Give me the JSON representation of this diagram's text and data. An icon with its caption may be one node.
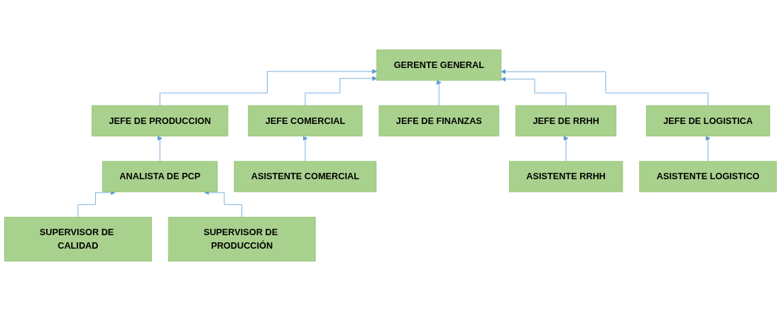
{
  "diagram": {
    "nodes": [
      {
        "text": [
          "GERENTE GENERAL"
        ]
      },
      {
        "text": [
          "JEFE DE PRODUCCION"
        ]
      },
      {
        "text": [
          "JEFE COMERCIAL"
        ]
      },
      {
        "text": [
          "JEFE DE FINANZAS"
        ]
      },
      {
        "text": [
          "JEFE DE RRHH"
        ]
      },
      {
        "text": [
          "JEFE DE LOGISTICA"
        ]
      },
      {
        "text": [
          "ANALISTA DE PCP"
        ]
      },
      {
        "text": [
          "ASISTENTE COMERCIAL"
        ]
      },
      {
        "text": [
          "ASISTENTE RRHH"
        ]
      },
      {
        "text": [
          "ASISTENTE LOGISTICO"
        ]
      },
      {
        "text": [
          "SUPERVISOR DE CALIDAD"
        ]
      },
      {
        "text": [
          "SUPERVISOR DE PRODUCCIÓN"
        ]
      }
    ],
    "edges": [
      {
        "from": 1,
        "to": 0,
        "arrow": "to"
      },
      {
        "from": 2,
        "to": 0,
        "arrow": "to"
      },
      {
        "from": 3,
        "to": 0,
        "arrow": "to"
      },
      {
        "from": 4,
        "to": 0,
        "arrow": "to"
      },
      {
        "from": 5,
        "to": 0,
        "arrow": "to"
      },
      {
        "from": 6,
        "to": 1,
        "arrow": "to"
      },
      {
        "from": 7,
        "to": 2,
        "arrow": "to"
      },
      {
        "from": 8,
        "to": 4,
        "arrow": "to"
      },
      {
        "from": 9,
        "to": 5,
        "arrow": "to"
      },
      {
        "from": 10,
        "to": 6,
        "arrow": "to"
      },
      {
        "from": 11,
        "to": 6,
        "arrow": "to"
      }
    ]
  }
}
